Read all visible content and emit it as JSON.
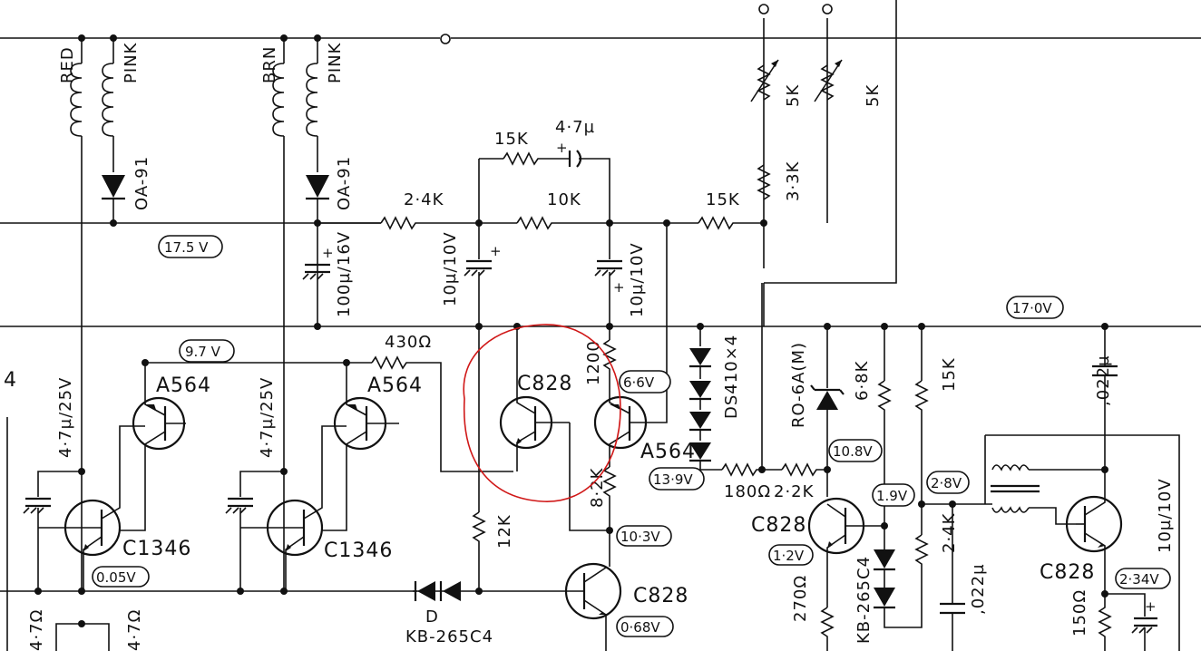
{
  "wire_colors": {
    "first_pair": [
      "RED",
      "PINK"
    ],
    "second_pair": [
      "BRN",
      "PINK"
    ]
  },
  "diodes": {
    "d1": "OA-91",
    "d2": "OA-91",
    "stack": "DS410×4",
    "zener": "RO-6A(M)",
    "kb1": "KB-265C4",
    "kb_d_label": "D",
    "kb2": "KB-265C4"
  },
  "resistors": {
    "r_2_4k_top": "2·4K",
    "r_15k_top": "15K",
    "r_10k": "10K",
    "r_15k_mid": "15K",
    "pot1": "5K",
    "pot2": "5K",
    "r_3_3k": "3·3K",
    "r_430": "430Ω",
    "r_1200": "1200",
    "r_8_2k": "8·2K",
    "r_12k": "12K",
    "r_180": "180Ω",
    "r_2_2k": "2·2K",
    "r_6_8k": "6·8K",
    "r_15k_right": "15K",
    "r_2_4k_right": "2·4K",
    "r_270": "270Ω",
    "r_150": "150Ω",
    "r_4_7_left": "4·7Ω",
    "r_4_7_mid": "4·7Ω"
  },
  "capacitors": {
    "c_4_7u_top": "4·7µ",
    "c_100u": "100µ/16V",
    "c_10u_a": "10µ/10V",
    "c_10u_b": "10µ/10V",
    "c_4_7u_25_a": "4·7µ/25V",
    "c_4_7u_25_b": "4·7µ/25V",
    "c_022_top": ",022µ",
    "c_022_mid": ",022µ",
    "c_10u_right": "10µ/10V"
  },
  "transistors": {
    "q_a564_1": "A564",
    "q_a564_2": "A564",
    "q_a564_3": "A564",
    "q_c1346_1": "C1346",
    "q_c1346_2": "C1346",
    "q_c828_1": "C828",
    "q_c828_2": "C828",
    "q_c828_3": "C828",
    "q_c828_4": "C828"
  },
  "voltages": {
    "v_17_5": "17.5 V",
    "v_17_0": "17·0V",
    "v_9_7": "9.7 V",
    "v_6_6": "6·6V",
    "v_13_9": "13·9V",
    "v_10_8": "10.8V",
    "v_1_9": "1.9V",
    "v_2_8": "2·8V",
    "v_1_2": "1·2V",
    "v_0_05": "0.05V",
    "v_10_3": "10·3V",
    "v_0_68": "0·68V",
    "v_2_34": "2·34V"
  },
  "edge_marks": {
    "left_number": "4"
  },
  "annotation_color": "#d01818"
}
